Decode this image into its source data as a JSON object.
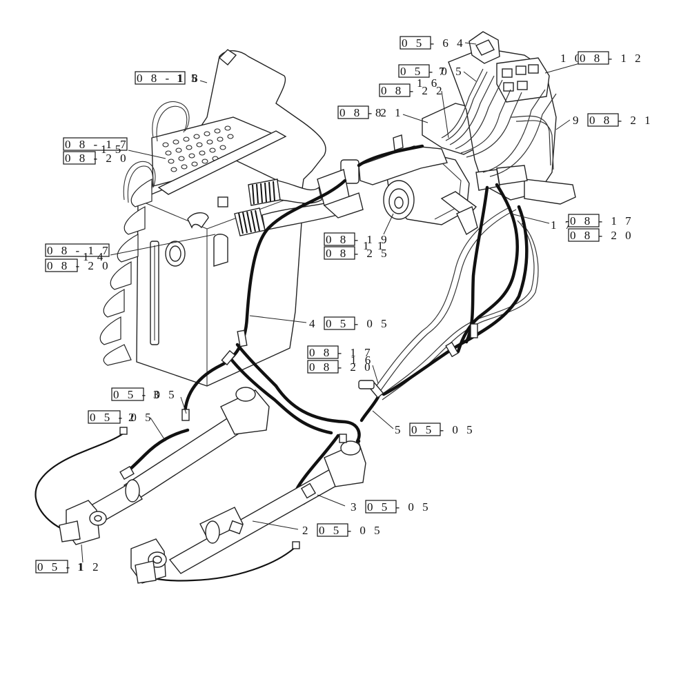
{
  "diagram": {
    "callouts": [
      {
        "id": "c1",
        "item": "",
        "ref": "0 8 - 1 8",
        "overlay": "1 5"
      },
      {
        "id": "c2",
        "item": "",
        "ref": "0 8 - 1 7",
        "overlay": ""
      },
      {
        "id": "c3",
        "item": "",
        "ref": "0 8 - 2 0",
        "overlay": "1 5"
      },
      {
        "id": "c4",
        "item": "",
        "ref": "0 8 - 1 7",
        "overlay": ""
      },
      {
        "id": "c5",
        "item": "",
        "ref": "0 8 - 2 0",
        "overlay": "1 4"
      },
      {
        "id": "c6",
        "item": "",
        "ref": "0 5 - 6 4",
        "overlay": ""
      },
      {
        "id": "c7",
        "item": "",
        "ref": "0 5 - 0 5",
        "overlay": "7"
      },
      {
        "id": "c8",
        "item": "",
        "ref": "0 8 - 2 2",
        "overlay": "1 6"
      },
      {
        "id": "c9",
        "item": "",
        "ref": "0 8 - 2 1",
        "overlay": "8"
      },
      {
        "id": "c10",
        "item": "1 0",
        "ref": "0 8 - 1 2",
        "overlay": ""
      },
      {
        "id": "c11",
        "item": "9",
        "ref": "0 8 - 2 1",
        "overlay": ""
      },
      {
        "id": "c12",
        "item": "1 7",
        "ref": "0 8 - 1 7",
        "overlay": ""
      },
      {
        "id": "c13",
        "item": "",
        "ref": "0 8 - 2 0",
        "overlay": ""
      },
      {
        "id": "c14",
        "item": "",
        "ref": "0 8 - 1 9",
        "overlay": "1 1"
      },
      {
        "id": "c15",
        "item": "",
        "ref": "0 8 - 2 5",
        "overlay": "1 1"
      },
      {
        "id": "c16",
        "item": "4",
        "ref": "0 5 - 0 5",
        "overlay": ""
      },
      {
        "id": "c17",
        "item": "",
        "ref": "0 8 - 1 7",
        "overlay": "1 6"
      },
      {
        "id": "c18",
        "item": "",
        "ref": "0 8 - 2 0",
        "overlay": ""
      },
      {
        "id": "c19",
        "item": "",
        "ref": "0 5 - 0 5",
        "overlay": "3"
      },
      {
        "id": "c20",
        "item": "",
        "ref": "0 5 - 0 5",
        "overlay": "2"
      },
      {
        "id": "c21",
        "item": "5",
        "ref": "0 5 - 0 5",
        "overlay": ""
      },
      {
        "id": "c22",
        "item": "3",
        "ref": "0 5 - 0 5",
        "overlay": ""
      },
      {
        "id": "c23",
        "item": "2",
        "ref": "0 5 - 0 5",
        "overlay": ""
      },
      {
        "id": "c24",
        "item": "",
        "ref": "0 5 - 1 2",
        "overlay": "1"
      }
    ]
  }
}
